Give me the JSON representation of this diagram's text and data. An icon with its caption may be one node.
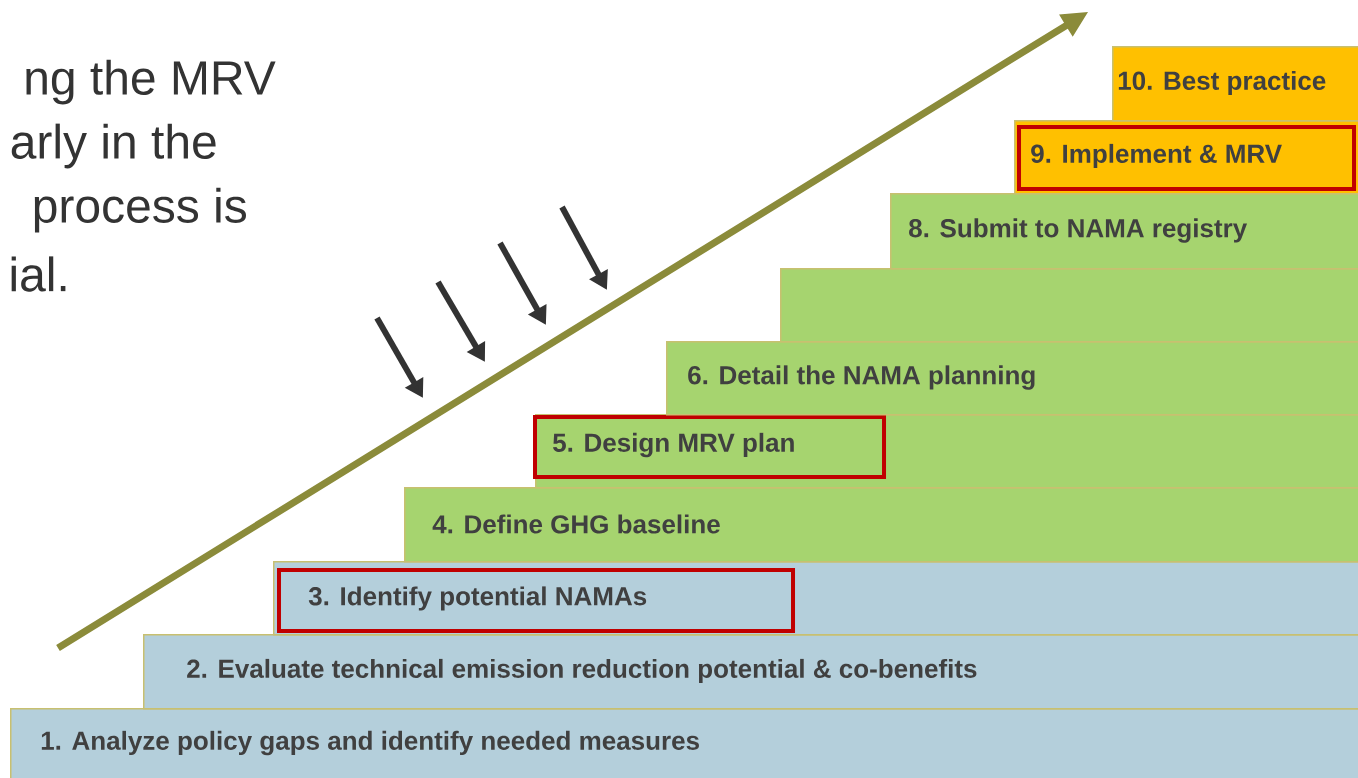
{
  "diagram": {
    "nodes": [
      {
        "text": [
          "1. Analyze policy gaps and identify needed measures"
        ]
      },
      {
        "text": [
          "2. Evaluate technical emission reduction potential & co-benefits"
        ]
      },
      {
        "text": [],
        "shape": "bar"
      },
      {
        "text": [
          "3. Identify potential NAMAs"
        ],
        "in": 2
      },
      {
        "text": [
          "4. Define GHG baseline"
        ]
      },
      {
        "text": [],
        "shape": "bar"
      },
      {
        "text": [
          "5. Design MRV plan"
        ],
        "in": 5
      },
      {
        "text": [
          "6. Detail the NAMA planning"
        ]
      },
      {
        "text": [],
        "shape": "bar"
      },
      {
        "text": [
          "8. Submit to NAMA registry"
        ]
      },
      {
        "text": [],
        "shape": "bar"
      },
      {
        "text": [
          "9. Implement  & MRV"
        ],
        "in": 10
      },
      {
        "text": [
          "10. Best practice"
        ]
      }
    ],
    "labels": [
      "ng the MRV",
      "arly in the",
      "process is",
      "ial."
    ]
  }
}
